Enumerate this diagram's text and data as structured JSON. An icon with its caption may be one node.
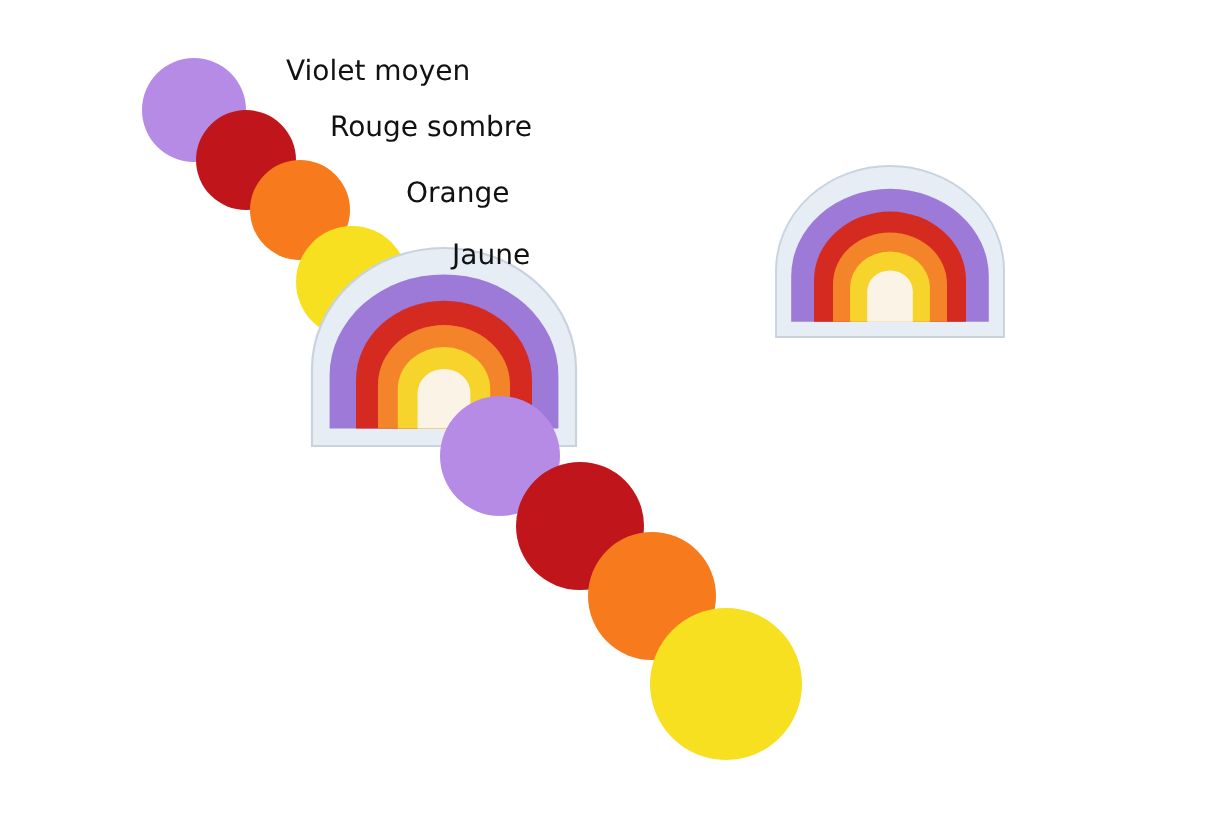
{
  "diagram": {
    "labels": [
      "Violet moyen",
      "Rouge sombre",
      "Orange",
      "Jaune"
    ]
  }
}
